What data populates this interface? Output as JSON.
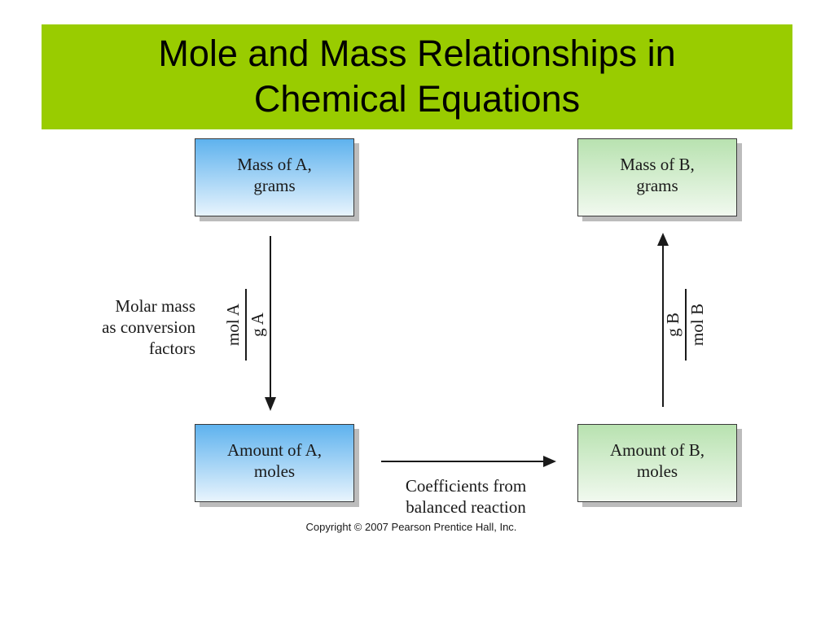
{
  "title": {
    "line1": "Mole and Mass Relationships in",
    "line2": "Chemical Equations"
  },
  "boxes": {
    "mass_a": {
      "line1": "Mass of A,",
      "line2": "grams"
    },
    "mass_b": {
      "line1": "Mass of B,",
      "line2": "grams"
    },
    "amount_a": {
      "line1": "Amount of A,",
      "line2": "moles"
    },
    "amount_b": {
      "line1": "Amount of B,",
      "line2": "moles"
    }
  },
  "molar_mass_label": {
    "line1": "Molar mass",
    "line2": "as conversion",
    "line3": "factors"
  },
  "fractions": {
    "a": {
      "numerator": "mol A",
      "denominator": "g A"
    },
    "b": {
      "numerator": "g B",
      "denominator": "mol B"
    }
  },
  "coefficients_label": {
    "line1": "Coefficients from",
    "line2": "balanced reaction"
  },
  "copyright": "Copyright © 2007 Pearson Prentice Hall, Inc.",
  "colors": {
    "title_band": "#99cc00",
    "box_a_gradient": [
      "#5eb2ee",
      "#e8f4fd"
    ],
    "box_b_gradient": [
      "#b8e2b0",
      "#f1f9ef"
    ]
  }
}
